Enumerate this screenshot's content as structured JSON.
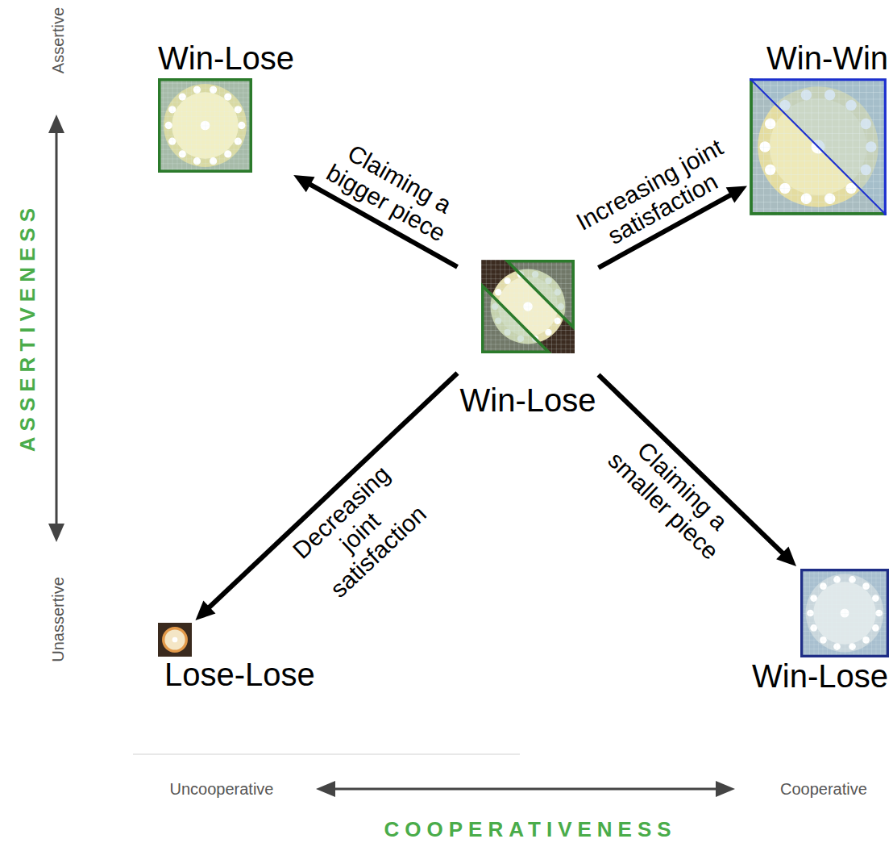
{
  "diagram": {
    "nodes": [
      {
        "text": [
          "Win-Lose"
        ]
      },
      {
        "text": [
          "Win-Win"
        ]
      },
      {
        "text": [
          "Win-Lose"
        ]
      },
      {
        "text": [
          "Lose-Lose"
        ]
      },
      {
        "text": [
          "Win-Lose"
        ]
      }
    ],
    "edges": [
      {
        "from": 2,
        "to": 0,
        "arrow": "to",
        "label": "Claiming a bigger piece"
      },
      {
        "from": 2,
        "to": 1,
        "arrow": "to",
        "label": "Increasing joint satisfaction"
      },
      {
        "from": 2,
        "to": 3,
        "arrow": "to",
        "label": "Decreasing joint satisfaction"
      },
      {
        "from": 2,
        "to": 4,
        "arrow": "to",
        "label": "Claiming a smaller piece"
      }
    ],
    "labels": [
      "Assertive",
      "Unassertive",
      "ASSERTIVENESS",
      "Uncooperative",
      "Cooperative",
      "COOPERATIVENESS"
    ]
  }
}
